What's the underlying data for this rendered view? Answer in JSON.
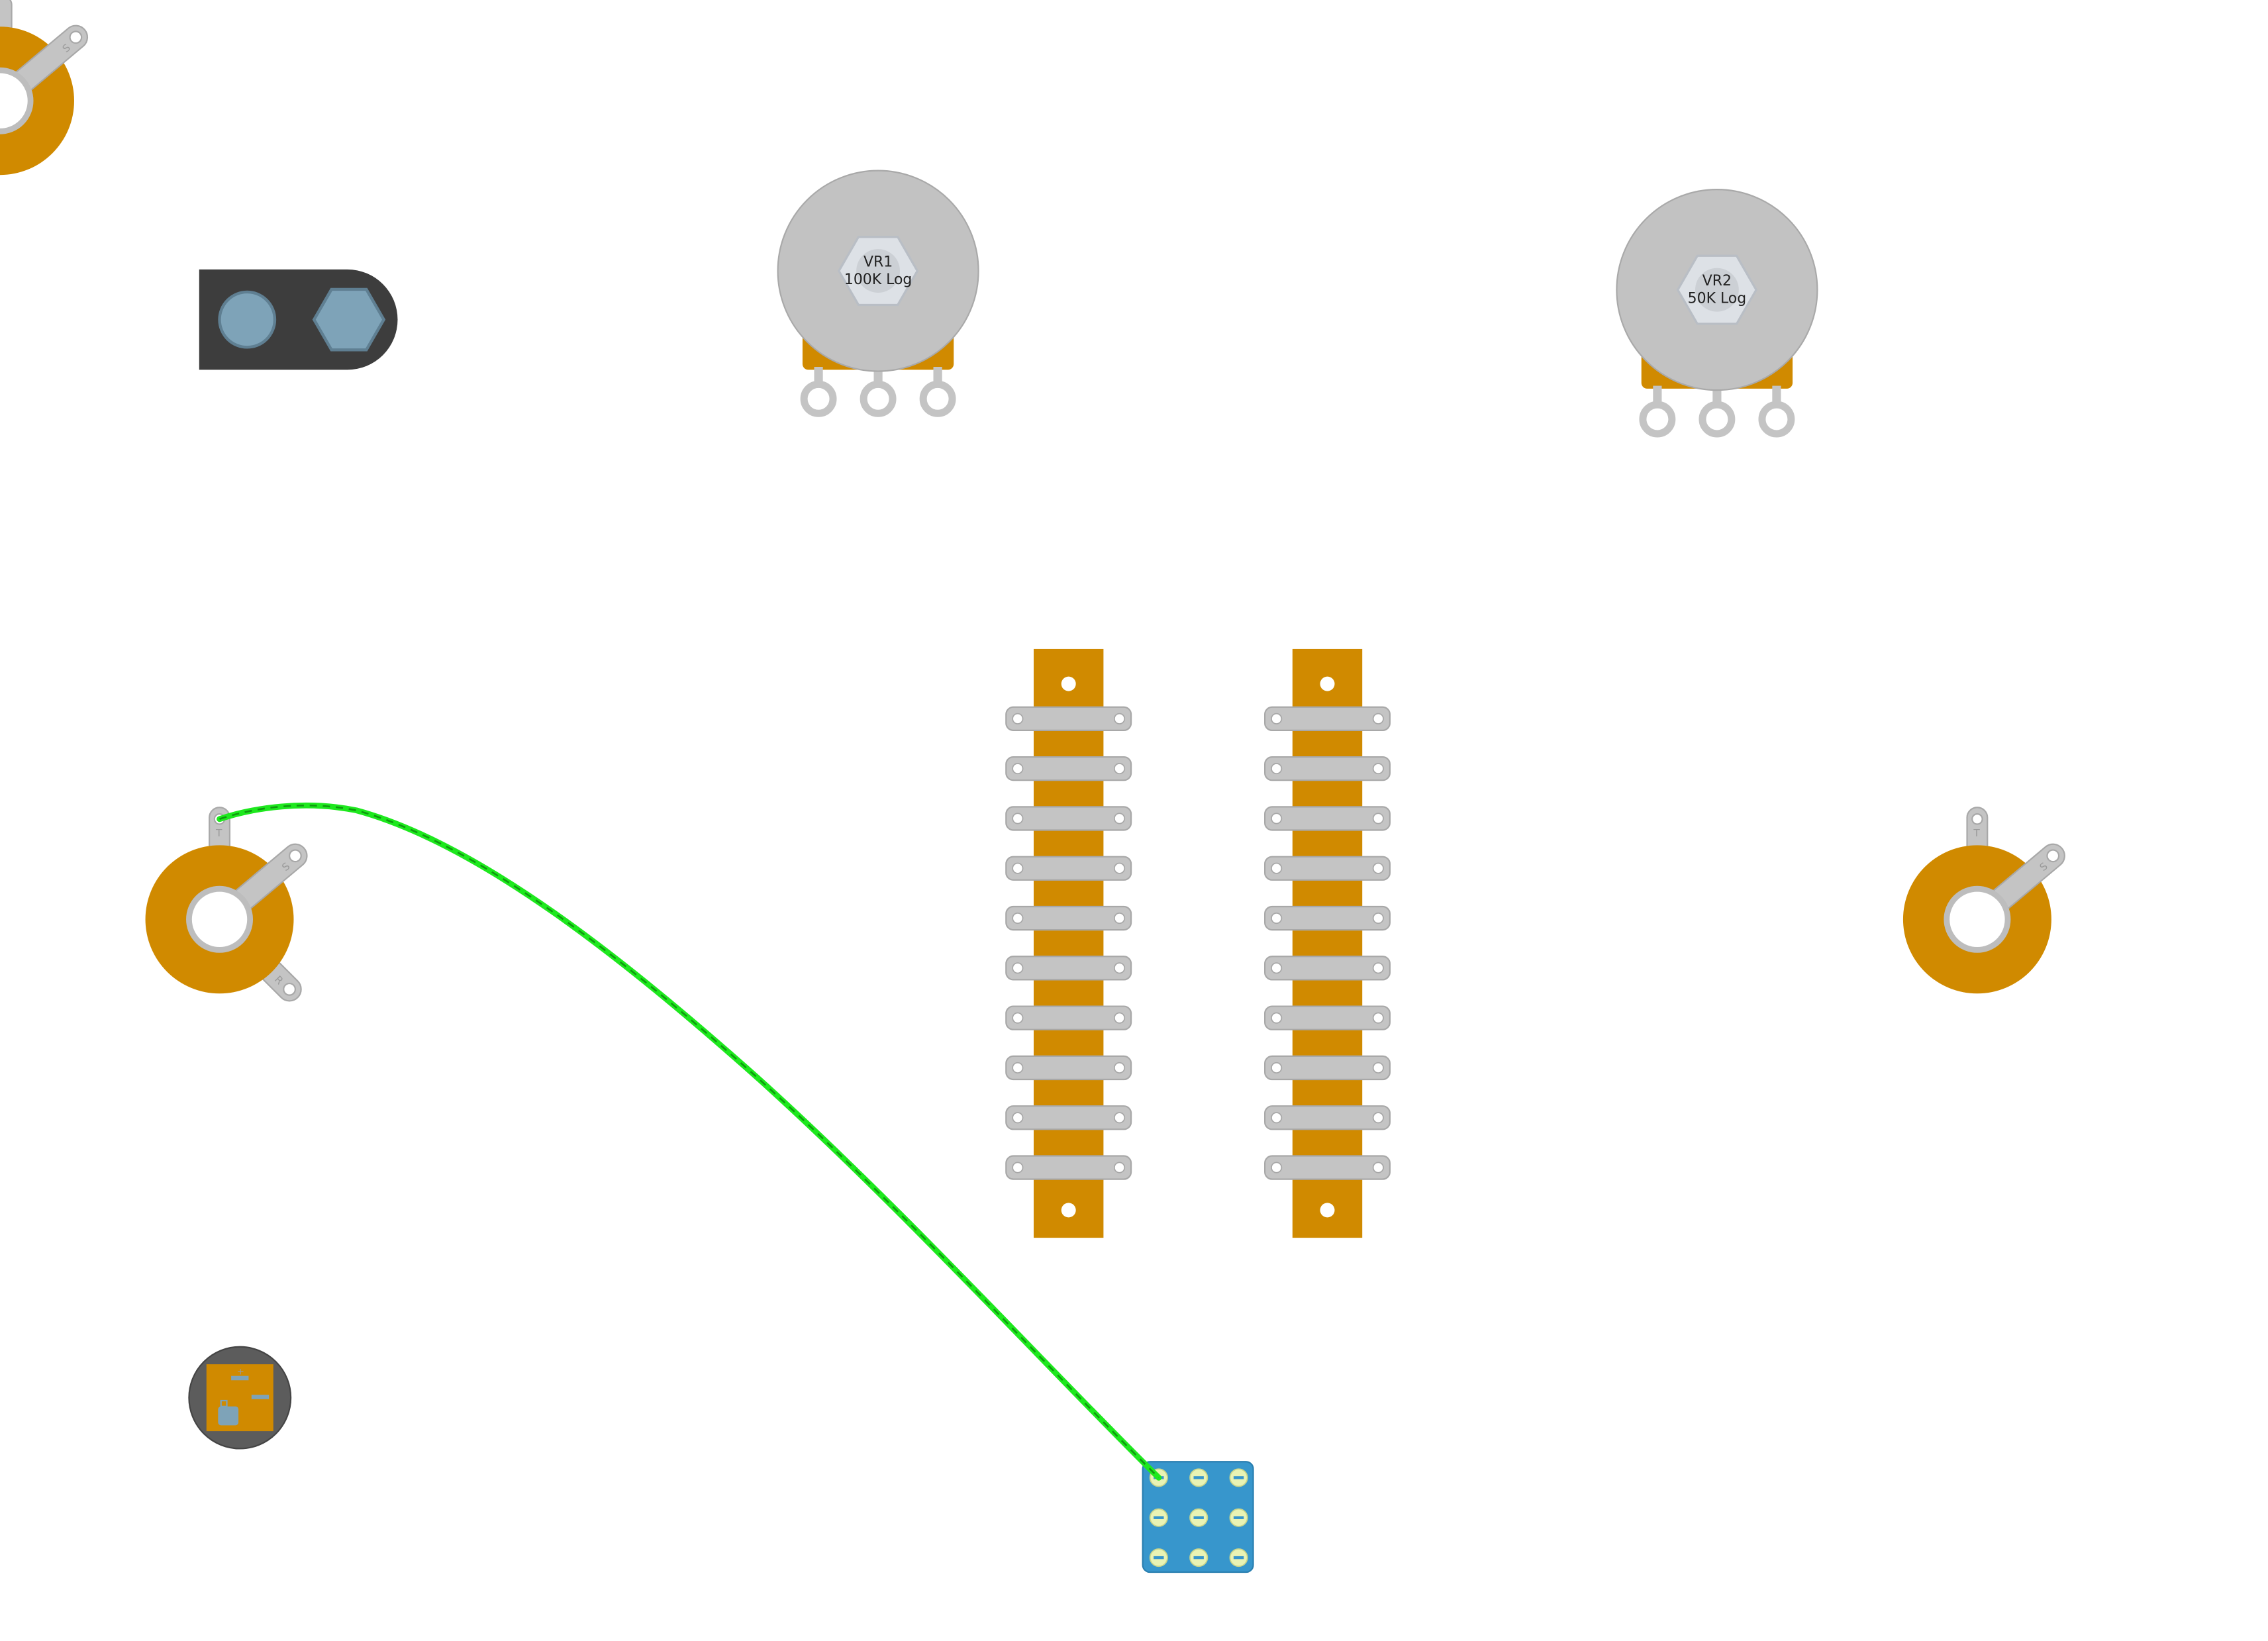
{
  "colors": {
    "background": "#ffffff",
    "jack_body": "#d08a00",
    "metal": "#c4c4c4",
    "metal_stroke": "#a8a8a8",
    "pot_body": "#c2c2c2",
    "tagstrip": "#d08a00",
    "dc_jack": "#3d3d3d",
    "dc_jack_hole": "#7ea3b8",
    "led_bezel": "#5c5c5c",
    "switch_pcb": "#3796cc",
    "switch_pad": "#e9f3b4",
    "wire": "#1ee81e",
    "wire_stripe": "#0f9a0f"
  },
  "pots": [
    {
      "id": "VR1",
      "name": "VR1",
      "value": "100K Log"
    },
    {
      "id": "VR2",
      "name": "VR2",
      "value": "50K Log"
    }
  ],
  "jacks": [
    {
      "id": "jack-top-left",
      "terminals": [
        "T",
        "S"
      ]
    },
    {
      "id": "jack-input",
      "terminals": [
        "T",
        "S",
        "R"
      ]
    },
    {
      "id": "jack-output",
      "terminals": [
        "T",
        "S"
      ]
    }
  ],
  "tagstrips": [
    {
      "id": "tagstrip-1",
      "lug_count": 10
    },
    {
      "id": "tagstrip-2",
      "lug_count": 10
    }
  ],
  "footswitch": {
    "id": "3pdt-footswitch",
    "pad_count": 9
  },
  "dc_jack": {
    "id": "dc-power-jack"
  },
  "led": {
    "id": "led-bezel",
    "legend": "+"
  },
  "wires": [
    {
      "id": "wire-green",
      "from": "jack-input.T",
      "to": "3pdt-footswitch.pad-1",
      "color": "green"
    }
  ]
}
